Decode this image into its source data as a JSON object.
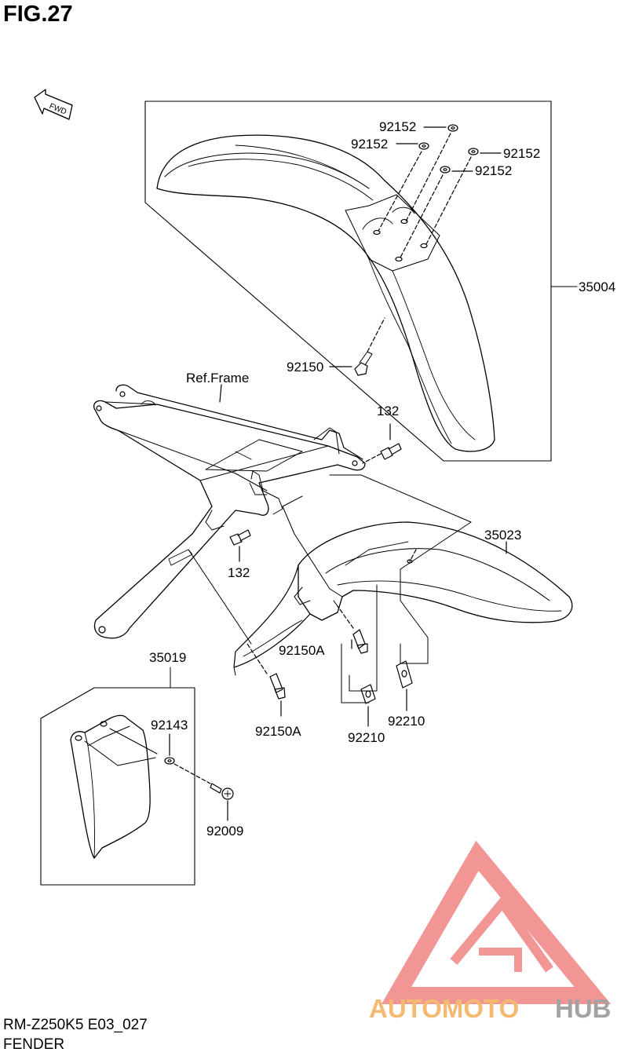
{
  "figure": {
    "title": "FIG.27",
    "model_code": "RM-Z250K5 E03_027",
    "section_name": "FENDER"
  },
  "direction_marker": "FWD",
  "labels": {
    "washer_1": "92152",
    "washer_2": "92152",
    "washer_3": "92152",
    "washer_4": "92152",
    "front_fender": "35004",
    "front_fender_bolt": "92150",
    "ref_frame": "Ref.Frame",
    "bolt_132_upper": "132",
    "bolt_132_lower": "132",
    "rear_fender": "35023",
    "rear_bolt_left": "92150A",
    "rear_bolt_right": "92150A",
    "nut_left": "92210",
    "nut_right": "92210",
    "mud_flap": "35019",
    "flap_washer": "92143",
    "flap_screw": "92009"
  },
  "watermark": {
    "text_part1": "AUTOMOTO",
    "text_part2": "HUB",
    "colors": {
      "logo": "#f08a8a",
      "text_orange": "#f5b262",
      "text_gray": "#9a9a9a"
    }
  }
}
